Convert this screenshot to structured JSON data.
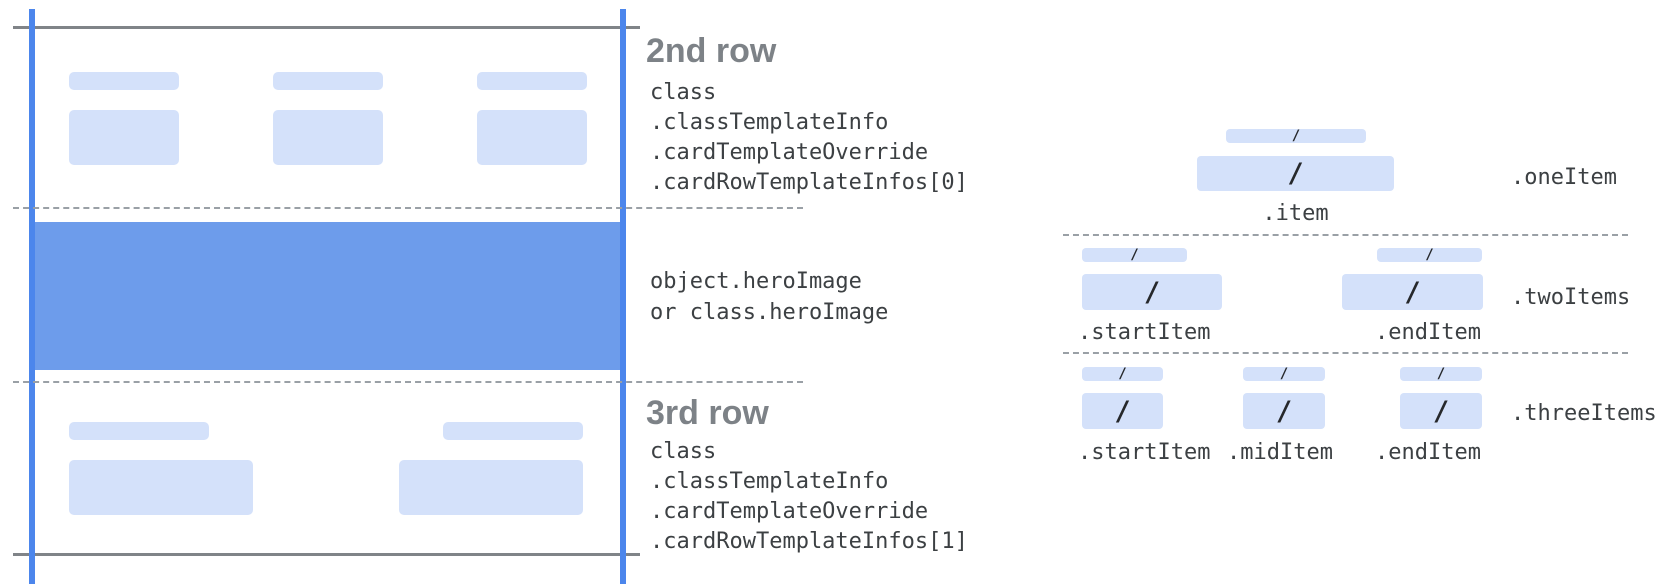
{
  "glyphs": {
    "slash": "/"
  },
  "left_card": {
    "row2_heading": "2nd row",
    "row2_code": [
      "class",
      ".classTemplateInfo",
      ".cardTemplateOverride",
      ".cardRowTemplateInfos[0]"
    ],
    "hero_code": [
      "object.heroImage",
      "or class.heroImage"
    ],
    "row3_heading": "3rd row",
    "row3_code": [
      "class",
      ".classTemplateInfo",
      ".cardTemplateOverride",
      ".cardRowTemplateInfos[1]"
    ]
  },
  "items_diagram": {
    "one_item_label": ".oneItem",
    "item_label": ".item",
    "two_items_label": ".twoItems",
    "three_items_label": ".threeItems",
    "start_item_label": ".startItem",
    "mid_item_label": ".midItem",
    "end_item_label": ".endItem"
  },
  "colors": {
    "hero_fill": "#6d9ceb",
    "guide_line_blue": "#4c86ec",
    "placeholder_fill": "#d4e1fa",
    "frame_line_gray": "#808488",
    "dashed_line_gray": "#9aa0a6",
    "heading_gray": "#7d8287",
    "code_text": "#3c4043"
  }
}
